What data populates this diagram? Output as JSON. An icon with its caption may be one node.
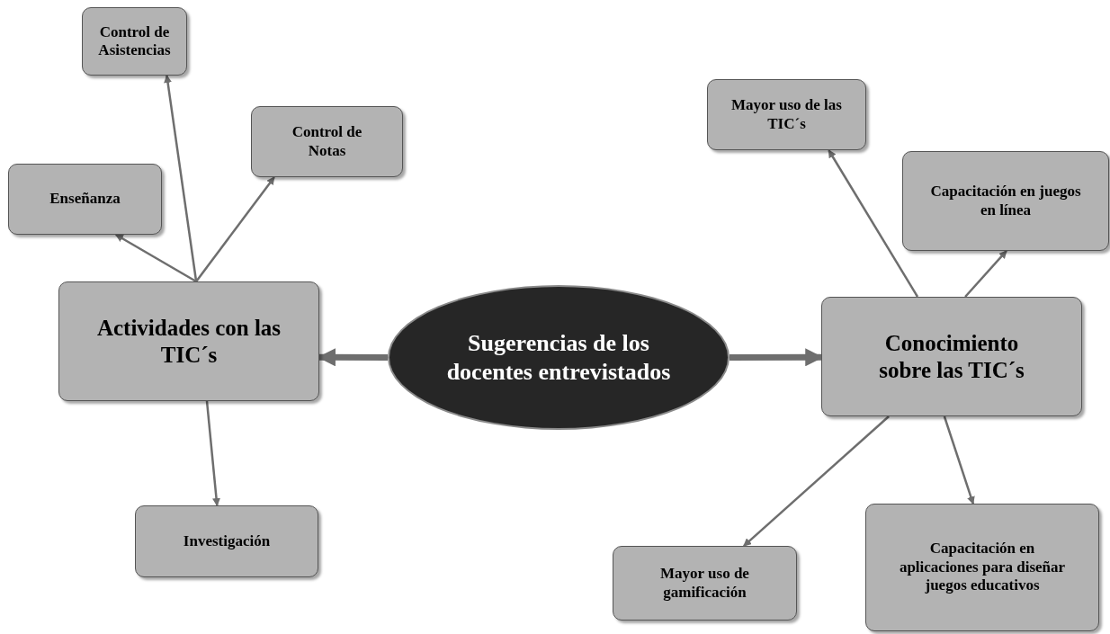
{
  "diagram": {
    "nodes": [
      {
        "text": [
          "Sugerencias de los docentes entrevistados"
        ]
      },
      {
        "text": [
          "Actividades con las TIC´s"
        ]
      },
      {
        "text": [
          "Control de Asistencias"
        ]
      },
      {
        "text": [
          "Control de Notas"
        ]
      },
      {
        "text": [
          "Enseñanza"
        ]
      },
      {
        "text": [
          "Investigación"
        ]
      },
      {
        "text": [
          "Conocimiento sobre las TIC´s"
        ]
      },
      {
        "text": [
          "Mayor uso de las TIC´s"
        ]
      },
      {
        "text": [
          "Capacitación en juegos en línea"
        ]
      },
      {
        "text": [
          "Mayor uso de gamificación"
        ]
      },
      {
        "text": [
          "Capacitación en aplicaciones para diseñar juegos educativos"
        ]
      }
    ],
    "edges": [
      {
        "from": 0,
        "to": 1,
        "arrow": "to",
        "style": "thick"
      },
      {
        "from": 0,
        "to": 6,
        "arrow": "to",
        "style": "thick"
      },
      {
        "from": 1,
        "to": 2,
        "arrow": "to"
      },
      {
        "from": 1,
        "to": 3,
        "arrow": "to"
      },
      {
        "from": 1,
        "to": 4,
        "arrow": "to"
      },
      {
        "from": 1,
        "to": 5,
        "arrow": "to"
      },
      {
        "from": 6,
        "to": 7,
        "arrow": "to"
      },
      {
        "from": 6,
        "to": 8,
        "arrow": "to"
      },
      {
        "from": 6,
        "to": 9,
        "arrow": "to"
      },
      {
        "from": 6,
        "to": 10,
        "arrow": "to"
      }
    ]
  }
}
